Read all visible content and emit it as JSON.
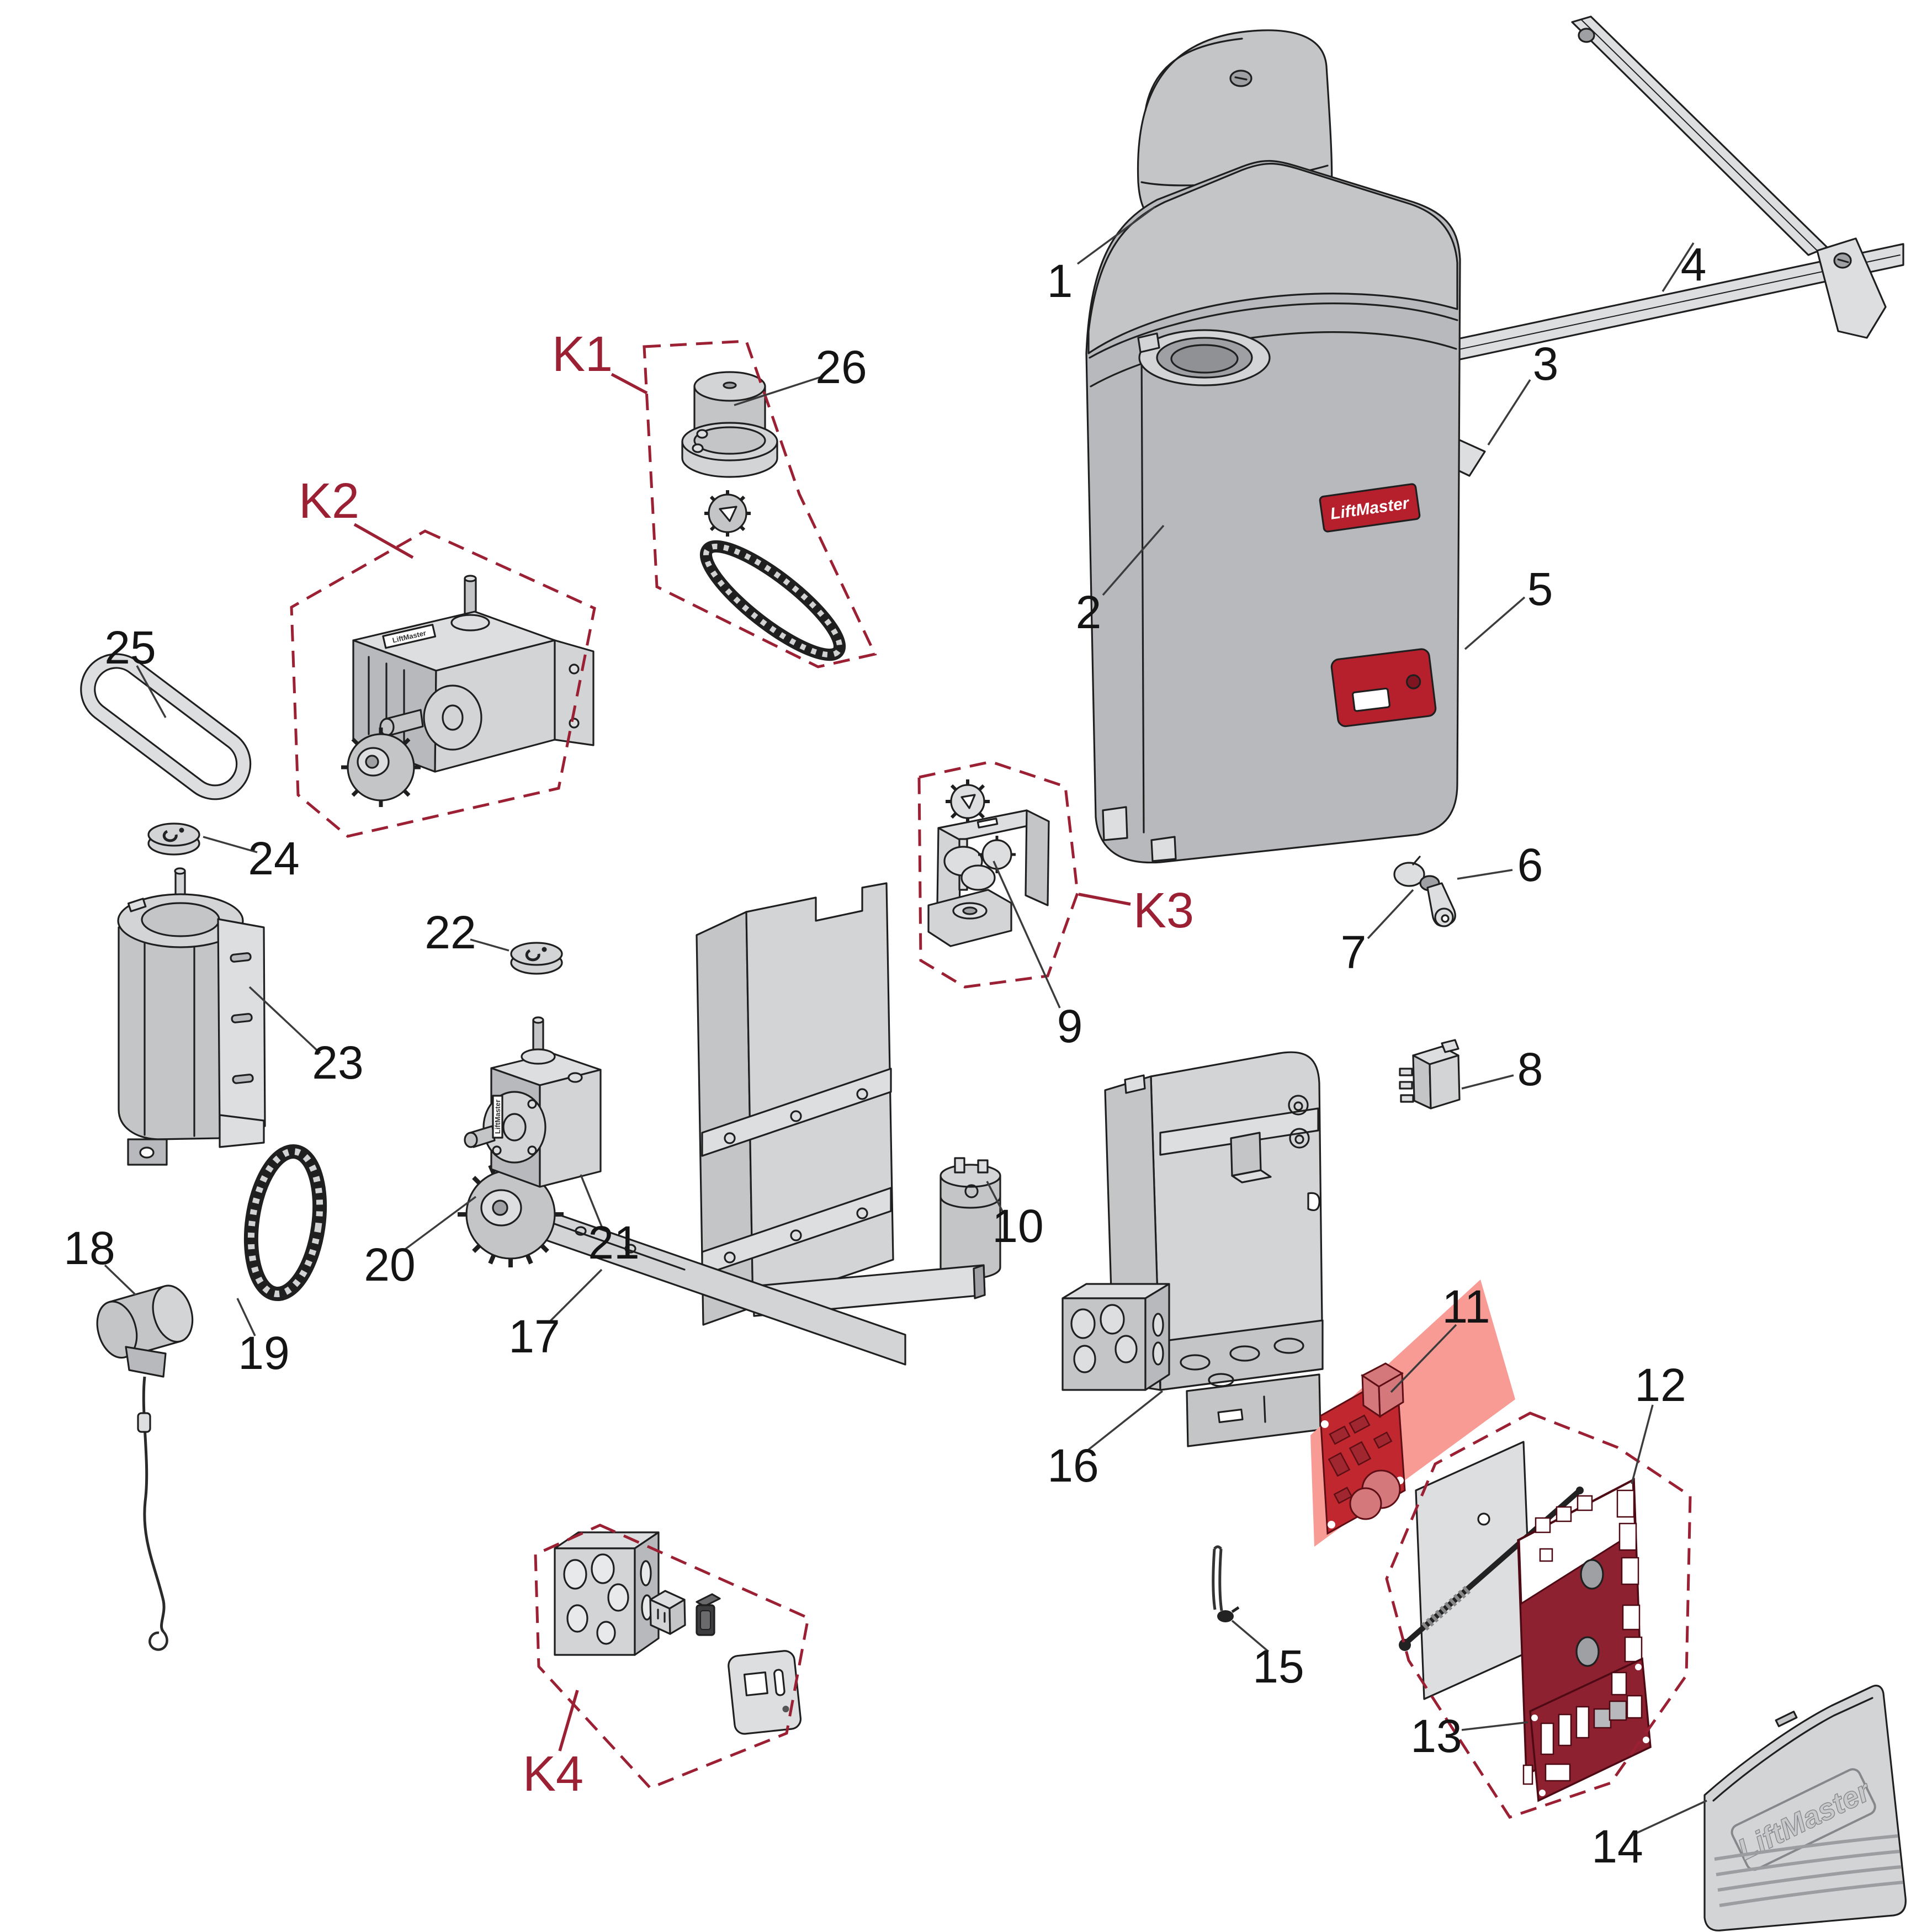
{
  "diagram": {
    "brand": "LiftMaster",
    "parts": [
      {
        "id": "1",
        "label": "1"
      },
      {
        "id": "2",
        "label": "2"
      },
      {
        "id": "3",
        "label": "3"
      },
      {
        "id": "4",
        "label": "4"
      },
      {
        "id": "5",
        "label": "5"
      },
      {
        "id": "6",
        "label": "6"
      },
      {
        "id": "7",
        "label": "7"
      },
      {
        "id": "8",
        "label": "8"
      },
      {
        "id": "9",
        "label": "9"
      },
      {
        "id": "10",
        "label": "10"
      },
      {
        "id": "11",
        "label": "11"
      },
      {
        "id": "12",
        "label": "12"
      },
      {
        "id": "13",
        "label": "13"
      },
      {
        "id": "14",
        "label": "14"
      },
      {
        "id": "15",
        "label": "15"
      },
      {
        "id": "16",
        "label": "16"
      },
      {
        "id": "17",
        "label": "17"
      },
      {
        "id": "18",
        "label": "18"
      },
      {
        "id": "19",
        "label": "19"
      },
      {
        "id": "20",
        "label": "20"
      },
      {
        "id": "21",
        "label": "21"
      },
      {
        "id": "22",
        "label": "22"
      },
      {
        "id": "23",
        "label": "23"
      },
      {
        "id": "24",
        "label": "24"
      },
      {
        "id": "25",
        "label": "25"
      },
      {
        "id": "26",
        "label": "26"
      }
    ],
    "kits": [
      {
        "id": "K1",
        "label": "K1"
      },
      {
        "id": "K2",
        "label": "K2"
      },
      {
        "id": "K3",
        "label": "K3"
      },
      {
        "id": "K4",
        "label": "K4"
      }
    ],
    "colors": {
      "line": "#1f1f1f",
      "leader": "#3c3c3c",
      "gray_light": "#dcdee0",
      "gray_mid": "#c3c5c7",
      "gray_dark": "#9ea0a3",
      "kit_red": "#9b2033",
      "badge_red": "#b5202c",
      "bright_red": "#d42718",
      "board_red": "#8e2130",
      "board_red_bright": "#c0272e",
      "highlight_pink": "#f89b95"
    }
  }
}
